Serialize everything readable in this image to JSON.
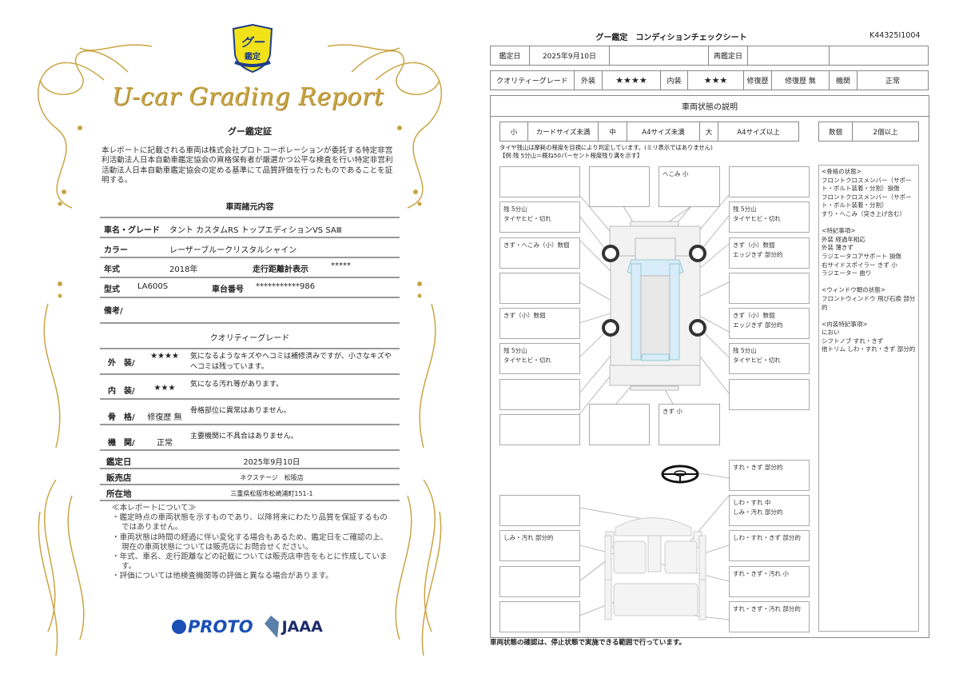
{
  "left": {
    "logo": {
      "text": "グー鑑定",
      "badge_text": "グー"
    },
    "script_title": "U-car Grading Report",
    "heading": "グー鑑定証",
    "intro": "本レポートに記載される車両は株式会社プロトコーポレーションが委託する特定非営利活動法人日本自動車鑑定協会の資格保有者が厳選かつ公平な検査を行い特定非営利活動法人日本自動車鑑定協会の定める基準にて品質評価を行ったものであることを証明する。",
    "spec_heading": "車両諸元内容",
    "spec": {
      "name_label": "車名・グレード",
      "name_value": "タント カスタムRS トップエディションVS SAⅢ",
      "color_label": "カラー",
      "color_value": "レーザーブルークリスタルシャイン",
      "year_label": "年式",
      "year_value": "2018年",
      "mileage_label": "走行距離計表示",
      "mileage_value": "*****",
      "model_label": "型式",
      "model_value": "LA600S",
      "chassis_label": "車台番号",
      "chassis_value": "***********986",
      "remarks_label": "備考/"
    },
    "grade_heading": "クオリティーグレード",
    "grades": [
      {
        "label": "外　装/",
        "value": "★★★★",
        "desc": "気になるようなキズやヘコミは補修済みですが、小さなキズやヘコミは残っています。"
      },
      {
        "label": "内　装/",
        "value": "★★★",
        "desc": "気になる汚れ等があります。"
      },
      {
        "label": "骨　格/",
        "value": "修復歴 無",
        "desc": "骨格部位に異常はありません。"
      },
      {
        "label": "機　関/",
        "value": "正常",
        "desc": "主要機関に不具合はありません。"
      }
    ],
    "info": [
      {
        "label": "鑑定日",
        "value": "2025年9月10日"
      },
      {
        "label": "販売店",
        "value": "ネクステージ　松阪店"
      },
      {
        "label": "所在地",
        "value": "三重県松阪市松崎浦町151-1"
      }
    ],
    "notes_heading": "≪本レポートについて≫",
    "notes": [
      "・鑑定時点の車両状態を示すものであり、以降将来にわたり品質を保証するものではありません。",
      "・車両状態は時間の経過に伴い変化する場合もあるため、鑑定日をご確認の上、現在の車両状態については販売店にお問合せください。",
      "・年式、車名、走行距離などの記載については販売店申告をもとに作成しています。",
      "・評価については他検査機関等の評価と異なる場合があります。"
    ],
    "footer_logos": {
      "proto": "PROTO",
      "jaaa": "JAAA"
    }
  },
  "right": {
    "title": "グー鑑定　コンディションチェックシート",
    "code": "K44325I1004",
    "row1": {
      "date_label": "鑑定日",
      "date_value": "2025年9月10日",
      "redate_label": "再鑑定日"
    },
    "row2": {
      "grade_label": "クオリティーグレード",
      "ext_label": "外装",
      "ext_value": "★★★★",
      "int_label": "内装",
      "int_value": "★★★",
      "repair_label": "修復歴",
      "repair_value": "修復歴 無",
      "engine_label": "機関",
      "engine_value": "正常"
    },
    "section_title": "車両状態の説明",
    "sizes": [
      "小",
      "カードサイズ未満",
      "中",
      "A4サイズ未満",
      "大",
      "A4サイズ以上"
    ],
    "count": [
      "数個",
      "2個以上"
    ],
    "tire_note1": "タイヤ残山は摩耗の程度を目視により判定しています。(ミリ表示ではありません)",
    "tire_note2": "【例:残 5分山＝概ね50パーセント程度残り溝を示す】",
    "ext_left": [
      "",
      "残 5分山\nタイヤヒビ・切れ",
      "きず・へこみ（小）数個",
      "",
      "きず（小）数個",
      "残 5分山\nタイヤヒビ・切れ",
      "",
      ""
    ],
    "ext_right": [
      "",
      "残 5分山\nタイヤヒビ・切れ",
      "きず（小）数個\nエッジきず 部分的",
      "",
      "きず（小）数個\nエッジきず 部分的",
      "残 5分山\nタイヤヒビ・切れ",
      ""
    ],
    "ext_top": [
      "",
      "へこみ 小"
    ],
    "ext_bottom": [
      "",
      "きず 小"
    ],
    "int_right": [
      "すれ・きず 部分的",
      "しわ・すれ 中\nしみ・汚れ 部分的",
      "しわ・すれ・きず 部分的",
      "すれ・きず・汚れ 小",
      "すれ・きず・汚れ 部分的"
    ],
    "int_left": [
      "",
      "しみ・汚れ 部分的",
      "",
      ""
    ],
    "notes": [
      {
        "heading": "<骨格の状態>",
        "lines": "フロントクロスメンバー（サポート・ボルト装着・分割）損傷\nフロントクロスメンバー（サポート・ボルト装着・分割）\nすり・へこみ（突き上げ含む）"
      },
      {
        "heading": "<特記事項>",
        "lines": "外装 経過年相応\n外装 薄きず\nラジエータコアサポート 損傷\n右サイドスポイラー きず 小\nラジエーター 曲り"
      },
      {
        "heading": "<ウィンドウ類の状態>",
        "lines": "フロントウィンドウ 飛び石痕 部分的"
      },
      {
        "heading": "<内装特記事項>",
        "lines": "におい\nシフトノブ すれ・きず\n他トリム しわ・すれ・きず 部分的"
      }
    ],
    "footer": "車両状態の確認は、停止状態で実施できる範囲で行っています。"
  },
  "colors": {
    "gold": "#c9a443",
    "blue_glass": "#d8ecfa",
    "proto_blue": "#1a4fb5",
    "jaaa_navy": "#1f2a6b",
    "logo_yellow": "#f2e21a"
  }
}
